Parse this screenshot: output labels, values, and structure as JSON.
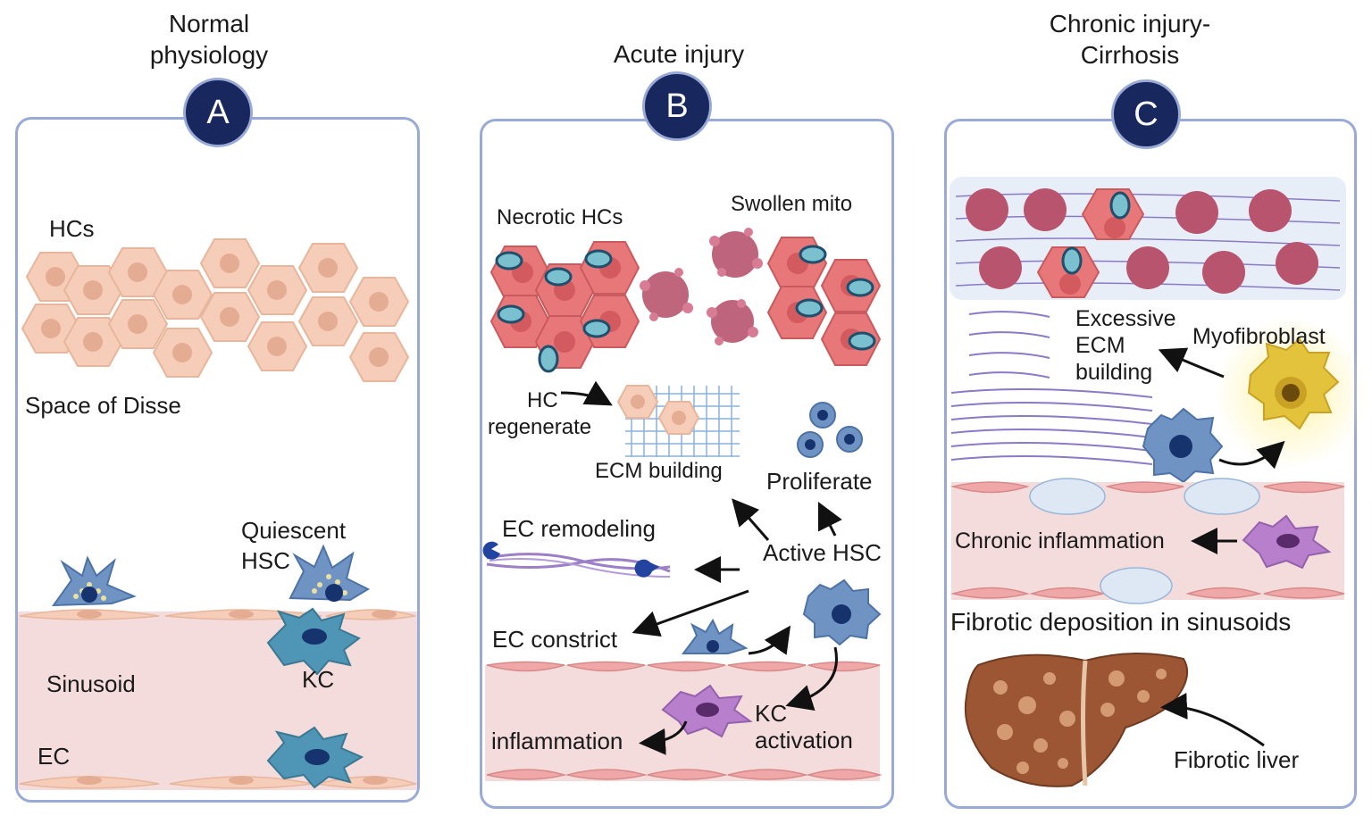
{
  "panels": [
    {
      "letter": "A",
      "title_lines": [
        "Normal",
        "physiology"
      ]
    },
    {
      "letter": "B",
      "title_lines": [
        "Acute injury"
      ]
    },
    {
      "letter": "C",
      "title_lines": [
        "Chronic injury-",
        "Cirrhosis"
      ]
    }
  ],
  "panel_a": {
    "hcs": "HCs",
    "space_of_disse": "Space of Disse",
    "quiescent_hsc": [
      "Quiescent",
      "HSC"
    ],
    "sinusoid": "Sinusoid",
    "kc": "KC",
    "ec": "EC"
  },
  "panel_b": {
    "necrotic_hcs": "Necrotic HCs",
    "swollen_mito": "Swollen mito",
    "hc_regenerate": [
      "HC",
      "regenerate"
    ],
    "ecm_building": "ECM building",
    "proliferate": "Proliferate",
    "ec_remodeling": "EC remodeling",
    "active_hsc": "Active HSC",
    "ec_constrict": "EC constrict",
    "kc_activation": [
      "KC",
      "activation"
    ],
    "inflammation": "inflammation"
  },
  "panel_c": {
    "excessive_ecm": [
      "Excessive",
      "ECM",
      "building"
    ],
    "myofibroblast": "Myofibroblast",
    "chronic_inflammation": "Chronic inflammation",
    "fibrotic_deposition": "Fibrotic deposition in sinusoids",
    "fibrotic_liver": "Fibrotic liver"
  },
  "colors": {
    "panel_border": "#9aaad6",
    "badge": "#18275e",
    "healthy_hc": "#f6cdb8",
    "necrotic_hc": "#e8777a",
    "sinusoid": "#f4dcdc",
    "hsc_blue": "#6f94c4",
    "kc_purple": "#b77fcc",
    "myofibroblast": "#e3c23c",
    "liver": "#9c5634"
  }
}
